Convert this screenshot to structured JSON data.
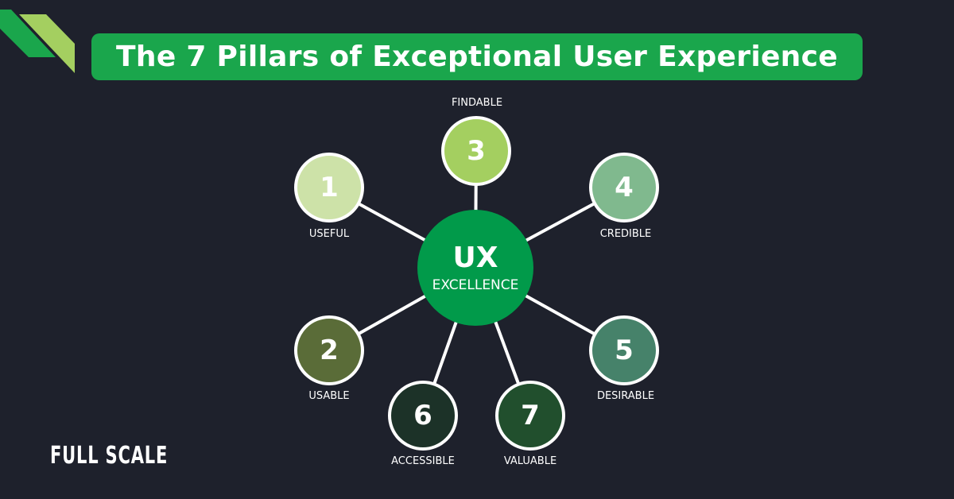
{
  "title": "The 7 Pillars of Exceptional User Experience",
  "hub": {
    "title": "UX",
    "subtitle": "EXCELLENCE",
    "color": "#019a4a"
  },
  "pillars": [
    {
      "number": "1",
      "label": "USEFUL",
      "color": "#cde2a8"
    },
    {
      "number": "2",
      "label": "USABLE",
      "color": "#5a6c38"
    },
    {
      "number": "3",
      "label": "FINDABLE",
      "color": "#a4cf60"
    },
    {
      "number": "4",
      "label": "CREDIBLE",
      "color": "#80b98e"
    },
    {
      "number": "5",
      "label": "DESIRABLE",
      "color": "#46826a"
    },
    {
      "number": "6",
      "label": "ACCESSIBLE",
      "color": "#1c3228"
    },
    {
      "number": "7",
      "label": "VALUABLE",
      "color": "#214f2d"
    }
  ],
  "brand": "FULL SCALE",
  "colors": {
    "background": "#1e212c",
    "accent": "#1aa64c",
    "stripe_light": "#a4cf60",
    "stripe_dark": "#1aa64c"
  }
}
